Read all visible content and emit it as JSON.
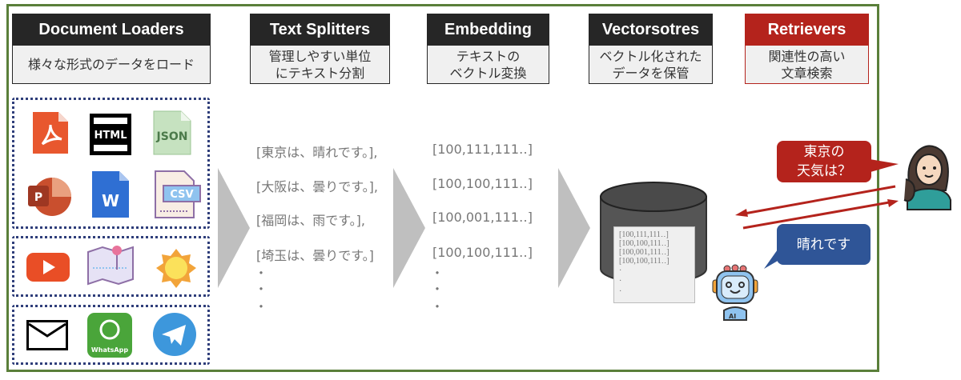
{
  "stages": [
    {
      "title": "Document Loaders",
      "desc": "様々な形式のデータをロード"
    },
    {
      "title": "Text Splitters",
      "desc": "管理しやすい単位\nにテキスト分割"
    },
    {
      "title": "Embedding",
      "desc": "テキストの\nベクトル変換"
    },
    {
      "title": "Vectorsotres",
      "desc": "ベクトル化された\nデータを保管"
    },
    {
      "title": "Retrievers",
      "desc": "関連性の高い\n文章検索"
    }
  ],
  "icons": {
    "html": "HTML",
    "json": "JSON",
    "csv": "CSV",
    "ppt": "P",
    "word": "W",
    "whatsapp": "WhatsApp",
    "ai": "AI"
  },
  "chunks": [
    "[東京は、晴れです。],",
    "[大阪は、曇りです。],",
    "[福岡は、雨です。],",
    "[埼玉は、曇りです。]"
  ],
  "vectors": [
    "[100,111,111‥]",
    "[100,100,111‥]",
    "[100,001,111‥]",
    "[100,100,111‥]"
  ],
  "ellipsis": "・",
  "store_vectors": [
    "[100,111,111‥]",
    "[100,100,111‥]",
    "[100,001,111‥]",
    "[100,100,111‥]"
  ],
  "question": "東京の\n天気は？",
  "answer": "晴れです",
  "colors": {
    "frame": "#5a7f3a",
    "header": "#262626",
    "accent": "#b4231c",
    "answer": "#2f5597"
  }
}
